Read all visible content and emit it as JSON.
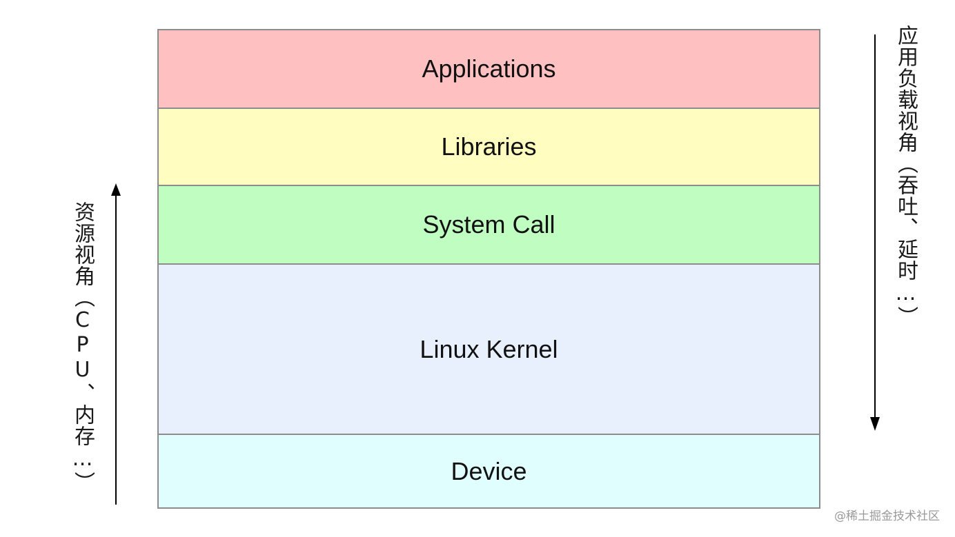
{
  "layers": [
    {
      "label": "Applications",
      "color": "#ffc0c1"
    },
    {
      "label": "Libraries",
      "color": "#fffdc0"
    },
    {
      "label": "System Call",
      "color": "#c0fdc1"
    },
    {
      "label": "Linux Kernel",
      "color": "#e8f0fd"
    },
    {
      "label": "Device",
      "color": "#e0fefe"
    }
  ],
  "left_label": "资源视角（CPU、内存…）",
  "right_label": "应用负载视角（吞吐、延时…）",
  "left_arrow_direction": "up",
  "right_arrow_direction": "down",
  "border_color": "#8c8c8c",
  "watermark": "@稀土掘金技术社区"
}
